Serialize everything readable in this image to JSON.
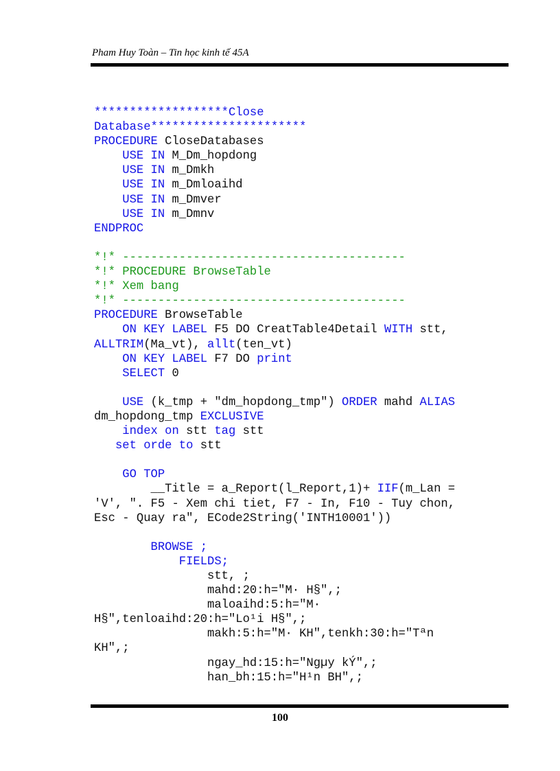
{
  "header": {
    "text": "Pham Huy Toàn – Tin học kinh tế 45A"
  },
  "footer": {
    "page_number": "100"
  },
  "colors": {
    "keyword": "#1414e6",
    "comment": "#1f9a1f",
    "text": "#111111",
    "rule": "#000000"
  },
  "code": {
    "lines": [
      [
        {
          "t": "cm_blue",
          "s": "*******************Close"
        }
      ],
      [
        {
          "t": "cm_blue",
          "s": "Database**********************"
        }
      ],
      [
        {
          "t": "kw",
          "s": "PROCEDURE"
        },
        {
          "t": "tx",
          "s": " CloseDatabases"
        }
      ],
      [
        {
          "t": "tx",
          "s": "    "
        },
        {
          "t": "kw",
          "s": "USE IN"
        },
        {
          "t": "tx",
          "s": " M_Dm_hopdong"
        }
      ],
      [
        {
          "t": "tx",
          "s": "    "
        },
        {
          "t": "kw",
          "s": "USE IN"
        },
        {
          "t": "tx",
          "s": " m_Dmkh"
        }
      ],
      [
        {
          "t": "tx",
          "s": "    "
        },
        {
          "t": "kw",
          "s": "USE IN"
        },
        {
          "t": "tx",
          "s": " m_Dmloaihd"
        }
      ],
      [
        {
          "t": "tx",
          "s": "    "
        },
        {
          "t": "kw",
          "s": "USE IN"
        },
        {
          "t": "tx",
          "s": " m_Dmver"
        }
      ],
      [
        {
          "t": "tx",
          "s": "    "
        },
        {
          "t": "kw",
          "s": "USE IN"
        },
        {
          "t": "tx",
          "s": " m_Dmnv"
        }
      ],
      [
        {
          "t": "kw",
          "s": "ENDPROC"
        }
      ],
      [
        {
          "t": "tx",
          "s": ""
        }
      ],
      [
        {
          "t": "cm",
          "s": "*!* ----------------------------------------"
        }
      ],
      [
        {
          "t": "cm",
          "s": "*!* PROCEDURE BrowseTable"
        }
      ],
      [
        {
          "t": "cm",
          "s": "*!* Xem bang"
        }
      ],
      [
        {
          "t": "cm",
          "s": "*!* ----------------------------------------"
        }
      ],
      [
        {
          "t": "kw",
          "s": "PROCEDURE"
        },
        {
          "t": "tx",
          "s": " BrowseTable"
        }
      ],
      [
        {
          "t": "tx",
          "s": "    "
        },
        {
          "t": "kw",
          "s": "ON KEY LABEL"
        },
        {
          "t": "tx",
          "s": " F5 DO CreatTable4Detail "
        },
        {
          "t": "kw",
          "s": "WITH"
        },
        {
          "t": "tx",
          "s": " stt,"
        }
      ],
      [
        {
          "t": "kw",
          "s": "ALLTRIM"
        },
        {
          "t": "tx",
          "s": "(Ma_vt), "
        },
        {
          "t": "kw",
          "s": "allt"
        },
        {
          "t": "tx",
          "s": "(ten_vt)"
        }
      ],
      [
        {
          "t": "tx",
          "s": "    "
        },
        {
          "t": "kw",
          "s": "ON KEY LABEL"
        },
        {
          "t": "tx",
          "s": " F7 DO "
        },
        {
          "t": "kw",
          "s": "print"
        }
      ],
      [
        {
          "t": "tx",
          "s": "    "
        },
        {
          "t": "kw",
          "s": "SELECT"
        },
        {
          "t": "tx",
          "s": " 0"
        }
      ],
      [
        {
          "t": "tx",
          "s": ""
        }
      ],
      [
        {
          "t": "tx",
          "s": "    "
        },
        {
          "t": "kw",
          "s": "USE"
        },
        {
          "t": "tx",
          "s": " (k_tmp + \"dm_hopdong_tmp\") "
        },
        {
          "t": "kw",
          "s": "ORDER"
        },
        {
          "t": "tx",
          "s": " mahd "
        },
        {
          "t": "kw",
          "s": "ALIAS"
        }
      ],
      [
        {
          "t": "tx",
          "s": "dm_hopdong_tmp "
        },
        {
          "t": "kw",
          "s": "EXCLUSIVE"
        }
      ],
      [
        {
          "t": "tx",
          "s": "    "
        },
        {
          "t": "kw",
          "s": "index on"
        },
        {
          "t": "tx",
          "s": " stt "
        },
        {
          "t": "kw",
          "s": "tag"
        },
        {
          "t": "tx",
          "s": " stt"
        }
      ],
      [
        {
          "t": "tx",
          "s": "   "
        },
        {
          "t": "kw",
          "s": "set orde to"
        },
        {
          "t": "tx",
          "s": " stt"
        }
      ],
      [
        {
          "t": "tx",
          "s": ""
        }
      ],
      [
        {
          "t": "tx",
          "s": "    "
        },
        {
          "t": "kw",
          "s": "GO TOP"
        }
      ],
      [
        {
          "t": "tx",
          "s": "        __Title = a_Report(l_Report,1)+ "
        },
        {
          "t": "kw",
          "s": "IIF"
        },
        {
          "t": "tx",
          "s": "(m_Lan ="
        }
      ],
      [
        {
          "t": "tx",
          "s": "'V', \". F5 - Xem chi tiet, F7 - In, F10 - Tuy chon,"
        }
      ],
      [
        {
          "t": "tx",
          "s": "Esc - Quay ra\", ECode2String('INTH10001'))"
        }
      ],
      [
        {
          "t": "tx",
          "s": ""
        }
      ],
      [
        {
          "t": "tx",
          "s": "        "
        },
        {
          "t": "kw",
          "s": "BROWSE ;"
        }
      ],
      [
        {
          "t": "tx",
          "s": "            "
        },
        {
          "t": "kw",
          "s": "FIELDS;"
        }
      ],
      [
        {
          "t": "tx",
          "s": "                stt, ;"
        }
      ],
      [
        {
          "t": "tx",
          "s": "                mahd:20:h=\"M· H§\",;"
        }
      ],
      [
        {
          "t": "tx",
          "s": "                maloaihd:5:h=\"M·"
        }
      ],
      [
        {
          "t": "tx",
          "s": "H§\",tenloaihd:20:h=\"Lo¹i H§\",;"
        }
      ],
      [
        {
          "t": "tx",
          "s": "                makh:5:h=\"M· KH\",tenkh:30:h=\"Tªn"
        }
      ],
      [
        {
          "t": "tx",
          "s": "KH\",;"
        }
      ],
      [
        {
          "t": "tx",
          "s": "                ngay_hd:15:h=\"Ngµy kÝ\",;"
        }
      ],
      [
        {
          "t": "tx",
          "s": "                han_bh:15:h=\"H¹n BH\",;"
        }
      ]
    ]
  }
}
